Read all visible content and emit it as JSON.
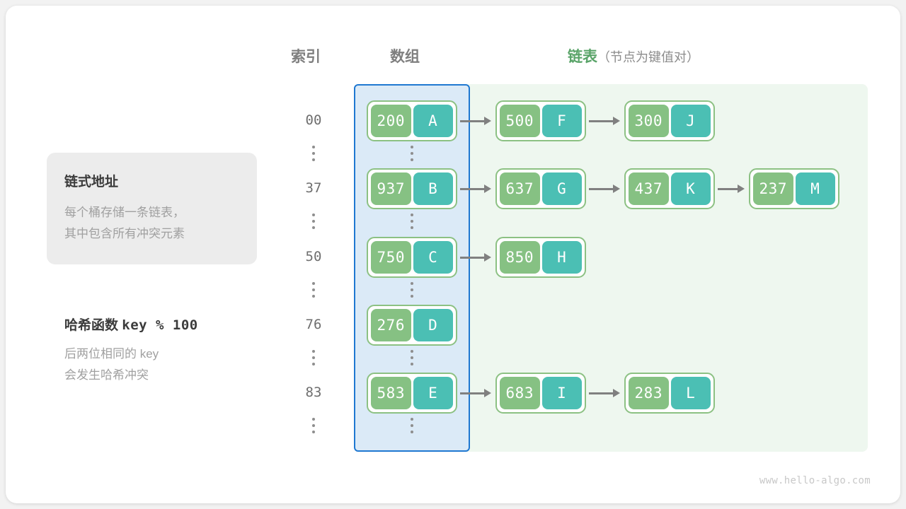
{
  "headers": {
    "index": "索引",
    "array": "数组",
    "list_main": "链表",
    "list_sub": "（节点为键值对）"
  },
  "info_card": {
    "title": "链式地址",
    "body": "每个桶存储一条链表，\n其中包含所有冲突元素"
  },
  "hash_note": {
    "title_label": "哈希函数",
    "title_expr": "key % 100",
    "body": "后两位相同的 key\n会发生哈希冲突"
  },
  "colors": {
    "array_panel_bg": "#dbeaf7",
    "array_panel_border": "#1f78d1",
    "linked_panel_bg": "#eef7ef",
    "node_border": "#8cc183",
    "node_key_bg": "#86c183",
    "node_value_bg": "#4bbfb4",
    "arrow": "#808080",
    "header_gray": "#7f7f7f",
    "header_green": "#5aa469",
    "info_box_bg": "#ececec"
  },
  "buckets": [
    {
      "index": "00",
      "nodes": [
        {
          "key": "200",
          "value": "A"
        },
        {
          "key": "500",
          "value": "F"
        },
        {
          "key": "300",
          "value": "J"
        }
      ]
    },
    {
      "index": "37",
      "nodes": [
        {
          "key": "937",
          "value": "B"
        },
        {
          "key": "637",
          "value": "G"
        },
        {
          "key": "437",
          "value": "K"
        },
        {
          "key": "237",
          "value": "M"
        }
      ]
    },
    {
      "index": "50",
      "nodes": [
        {
          "key": "750",
          "value": "C"
        },
        {
          "key": "850",
          "value": "H"
        }
      ]
    },
    {
      "index": "76",
      "nodes": [
        {
          "key": "276",
          "value": "D"
        }
      ]
    },
    {
      "index": "83",
      "nodes": [
        {
          "key": "583",
          "value": "E"
        },
        {
          "key": "683",
          "value": "I"
        },
        {
          "key": "283",
          "value": "L"
        }
      ]
    }
  ],
  "ellipsis_rows": 6,
  "watermark": "www.hello-algo.com"
}
